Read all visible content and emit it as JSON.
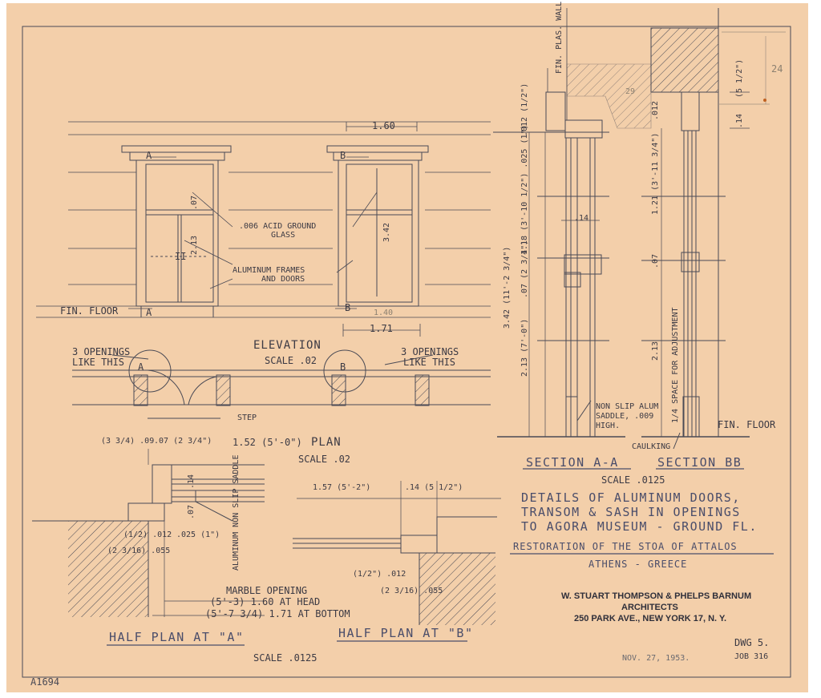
{
  "labels": {
    "elevation_title": "ELEVATION",
    "elevation_scale": "SCALE .02",
    "plan_title": "PLAN",
    "plan_scale": "SCALE .02",
    "section_aa": "SECTION A-A",
    "section_bb": "SECTION BB",
    "sections_scale": "SCALE .0125",
    "half_plan_a": "HALF PLAN AT \"A\"",
    "half_plan_b": "HALF PLAN AT \"B\"",
    "half_plans_scale": "SCALE .0125",
    "fin_floor_left": "FIN. FLOOR",
    "fin_floor_right": "FIN. FLOOR",
    "fin_plas_wall": "FIN. PLAS. WALL",
    "marker_a_top": "A",
    "marker_a_bottom": "A",
    "marker_b_top": "B",
    "marker_b_bottom": "B",
    "plan_marker_a": "A",
    "plan_marker_b": "B",
    "openings_left_line1": "3 OPENINGS",
    "openings_left_line2": "LIKE THIS",
    "openings_right_line1": "3 OPENINGS",
    "openings_right_line2": "LIKE THIS",
    "step": "STEP",
    "acid_glass_line1": ".006 ACID GROUND",
    "acid_glass_line2": "GLASS",
    "alum_frames_line1": "ALUMINUM FRAMES",
    "alum_frames_line2": "AND DOORS",
    "non_slip_saddle_line1": "NON SLIP ALUM",
    "non_slip_saddle_line2": "SADDLE, .009",
    "non_slip_saddle_line3": "HIGH.",
    "caulking": "CAULKING",
    "space_for_adjustment": "1/4 SPACE FOR ADJUSTMENT",
    "aluminum_saddle": "ALUMINUM NON SLIP SADDLE",
    "marble_opening_line1": "MARBLE OPENING",
    "marble_opening_line2": "(5'-3) 1.60 AT HEAD",
    "marble_opening_line3": "(5'-7 3/4) 1.71 AT BOTTOM"
  },
  "dimensions": {
    "top_width": "1.60",
    "bottom_width": "1.71",
    "bottom_width_pencil": "1.40",
    "door_a_transom": ".07",
    "door_a_height": "2.13",
    "door_b_height": "3.42",
    "door_panel_mark": "II",
    "plan_a_1": "(3 3/4) .09",
    "plan_a_2": ".07 (2 3/4\")",
    "plan_width": "1.52 (5'-0\")",
    "sec_aa_top": ".012 (1/2\")",
    "sec_aa_1": "1.18 (3'-10 1/2\") .025 (1\")",
    "sec_aa_total": "3.42 (11'-2 3/4\")",
    "sec_aa_2": ".07 (2 3/4\")",
    "sec_aa_bottom": "2.13 (7'-0\")",
    "sec_aa_width": ".14",
    "sec_bb_top": ".012",
    "sec_bb_1": "1.21 (3'-11 3/4\")",
    "sec_bb_2": ".07",
    "sec_bb_bottom": "2.13",
    "sec_bb_wall": ".14",
    "sec_bb_wall_in": "(5 1/2\")",
    "pencil_29": "29",
    "pencil_24": "24",
    "hp_a_14": ".14",
    "hp_a_07": ".07",
    "hp_a_012": "(1/2) .012",
    "hp_a_055": "(2 3/16) .055",
    "hp_a_025": ".025 (1\")",
    "hp_b_157": "1.57 (5'-2\")",
    "hp_b_14": ".14 (5 1/2\")",
    "hp_b_012": "(1/2\") .012",
    "hp_b_055": "(2 3/16) .055"
  },
  "title_block": {
    "line1": "DETAILS OF ALUMINUM DOORS,",
    "line2": "TRANSOM & SASH IN OPENINGS",
    "line3": "TO AGORA MUSEUM - GROUND FL.",
    "project": "RESTORATION OF THE STOA OF ATTALOS",
    "location": "ATHENS - GREECE",
    "architect": "W. STUART THOMPSON & PHELPS BARNUM",
    "architect_role": "ARCHITECTS",
    "address": "250 PARK AVE., NEW YORK 17, N. Y.",
    "date": "NOV. 27, 1953.",
    "dwg": "DWG 5.",
    "job": "JOB 316"
  },
  "archive_number": "A1694",
  "colors": {
    "paper": "#f3cfaa",
    "ink": "#3c3a44",
    "title_ink": "#4a4d6a",
    "pencil": "#8c8070"
  }
}
